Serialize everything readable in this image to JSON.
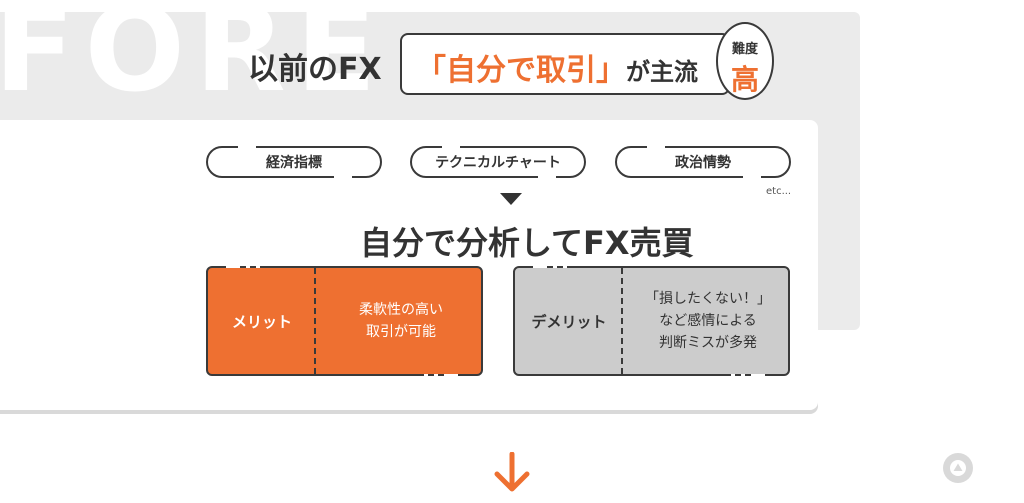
{
  "background_word": "FORE",
  "headline": {
    "prefix": "以前のFX",
    "bracket_text": "「自分で取引」",
    "suffix": "が主流"
  },
  "difficulty": {
    "label": "難度",
    "value": "高"
  },
  "factors": [
    "経済指標",
    "テクニカルチャート",
    "政治情勢"
  ],
  "factors_more": "etc...",
  "subheading": "自分で分析してFX売買",
  "merit": {
    "label": "メリット",
    "lines": [
      "柔軟性の高い",
      "取引が可能"
    ]
  },
  "demerit": {
    "label": "デメリット",
    "lines": [
      "「損したくない！」",
      "など感情による",
      "判断ミスが多発"
    ]
  },
  "colors": {
    "accent": "#ee7031",
    "dark": "#333333",
    "gray_panel": "#ebebeb",
    "demerit_fill": "#cccccc"
  },
  "icons": {
    "next_arrow": "arrow-down-icon",
    "back_to_top": "triangle-up-icon"
  }
}
